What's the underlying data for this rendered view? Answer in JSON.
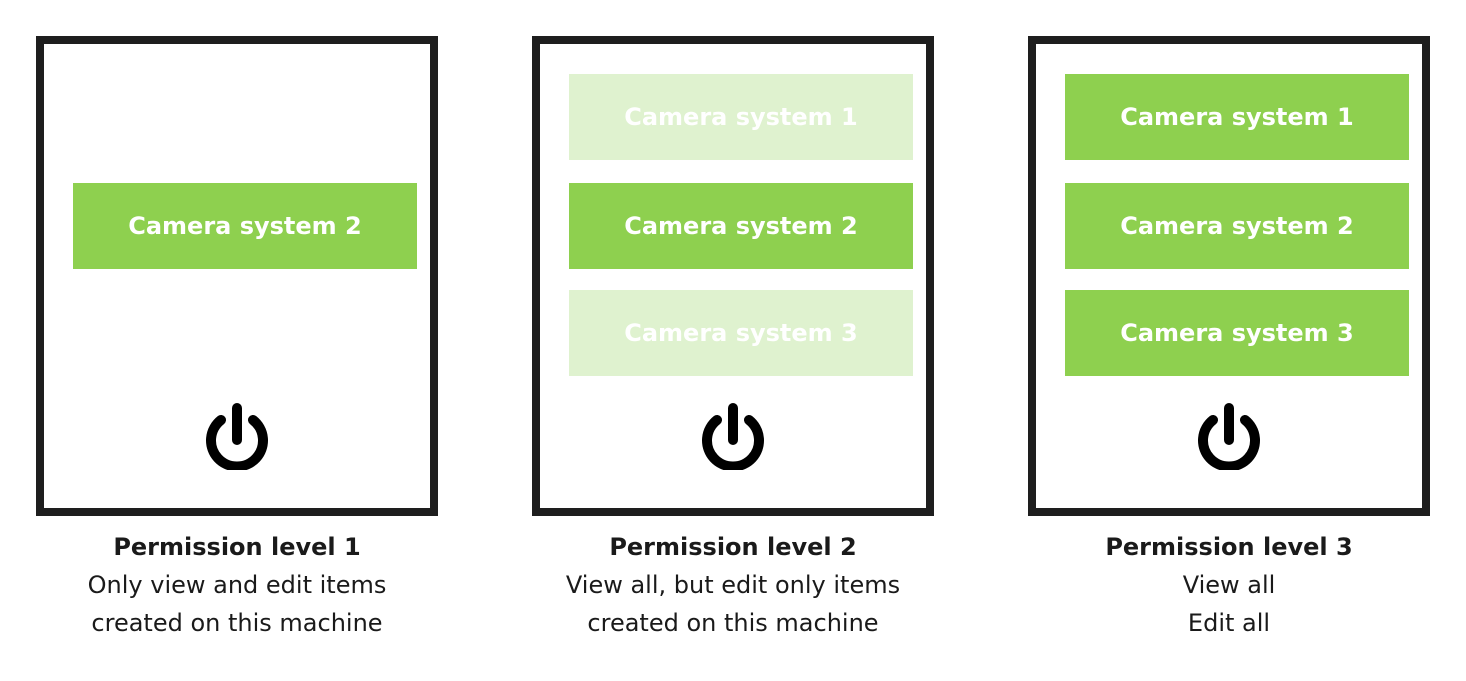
{
  "panels": [
    {
      "title": "Permission level 1",
      "desc_line1": "Only view and edit items",
      "desc_line2": "created on this machine",
      "buttons": [
        {
          "label": "Camera system 2",
          "state": "active"
        }
      ]
    },
    {
      "title": "Permission level 2",
      "desc_line1": "View all, but edit only items",
      "desc_line2": "created on this machine",
      "buttons": [
        {
          "label": "Camera system 1",
          "state": "faded"
        },
        {
          "label": "Camera system 2",
          "state": "active"
        },
        {
          "label": "Camera system 3",
          "state": "faded"
        }
      ]
    },
    {
      "title": "Permission level 3",
      "desc_line1": "View all",
      "desc_line2": "Edit all",
      "buttons": [
        {
          "label": "Camera system 1",
          "state": "active"
        },
        {
          "label": "Camera system 2",
          "state": "active"
        },
        {
          "label": "Camera system 3",
          "state": "active"
        }
      ]
    }
  ],
  "colors": {
    "accent_green": "#8ed04f",
    "faded_green": "#dff2cf",
    "frame": "#1e1e1e"
  },
  "icons": {
    "power": "power-icon"
  }
}
